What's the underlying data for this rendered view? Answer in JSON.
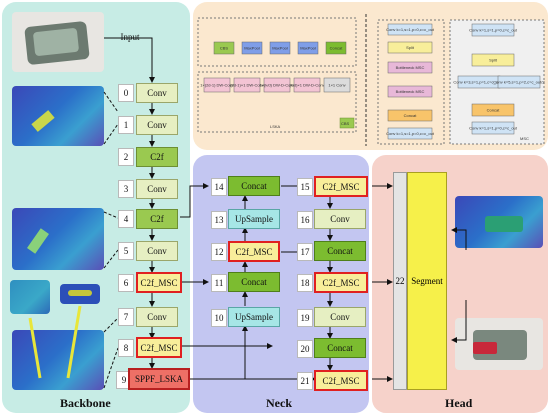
{
  "panels": {
    "backbone": "Backbone",
    "neck": "Neck",
    "head": "Head"
  },
  "input_label": "Input",
  "backbone_nodes": [
    {
      "idx": "0",
      "label": "Conv"
    },
    {
      "idx": "1",
      "label": "Conv"
    },
    {
      "idx": "2",
      "label": "C2f"
    },
    {
      "idx": "3",
      "label": "Conv"
    },
    {
      "idx": "4",
      "label": "C2f"
    },
    {
      "idx": "5",
      "label": "Conv"
    },
    {
      "idx": "6",
      "label": "C2f_MSC"
    },
    {
      "idx": "7",
      "label": "Conv"
    },
    {
      "idx": "8",
      "label": "C2f_MSC"
    },
    {
      "idx": "9",
      "label": "SPPF_LSKA"
    }
  ],
  "neck_nodes": [
    {
      "idx": "10",
      "label": "UpSample"
    },
    {
      "idx": "11",
      "label": "Concat"
    },
    {
      "idx": "12",
      "label": "C2f_MSC"
    },
    {
      "idx": "13",
      "label": "UpSample"
    },
    {
      "idx": "14",
      "label": "Concat"
    },
    {
      "idx": "15",
      "label": "C2f_MSC"
    },
    {
      "idx": "16",
      "label": "Conv"
    },
    {
      "idx": "17",
      "label": "Concat"
    },
    {
      "idx": "18",
      "label": "C2f_MSC"
    },
    {
      "idx": "19",
      "label": "Conv"
    },
    {
      "idx": "20",
      "label": "Concat"
    },
    {
      "idx": "21",
      "label": "C2f_MSC"
    }
  ],
  "head": {
    "idx": "22",
    "label": "Segment"
  },
  "inset": {
    "sppf_blocks": [
      "CBS",
      "MaxPool",
      "MaxPool",
      "MaxPool",
      "Concat"
    ],
    "lska_blocks": [
      "1×(2d-1) DW-Conv",
      "(2d-1)×1 DW-Conv",
      "1×(k/d) DW-D-Conv",
      "(k/d)×1 DW-D-Conv",
      "1×1 Conv"
    ],
    "lska_label": "LSKA",
    "c2f_blocks": [
      "Conv k=1,s=1,p=0,c=c_out",
      "Split",
      "Bottleneck MSC",
      "Bottleneck MSC",
      "Concat",
      "Conv k=1,s=1,p=0,c=c_out"
    ],
    "msc_blocks": [
      "Conv k=1,s=1,p=0,c=c_out",
      "Split",
      "Conv k=3,s=1,p=1,c=c_out/2",
      "Conv k=5,s=1,p=2,c=c_out/2",
      "Concat",
      "Conv k=1,s=1,p=0,c=c_out"
    ],
    "msc_label": "MSC",
    "cbs_label": "CBS"
  }
}
